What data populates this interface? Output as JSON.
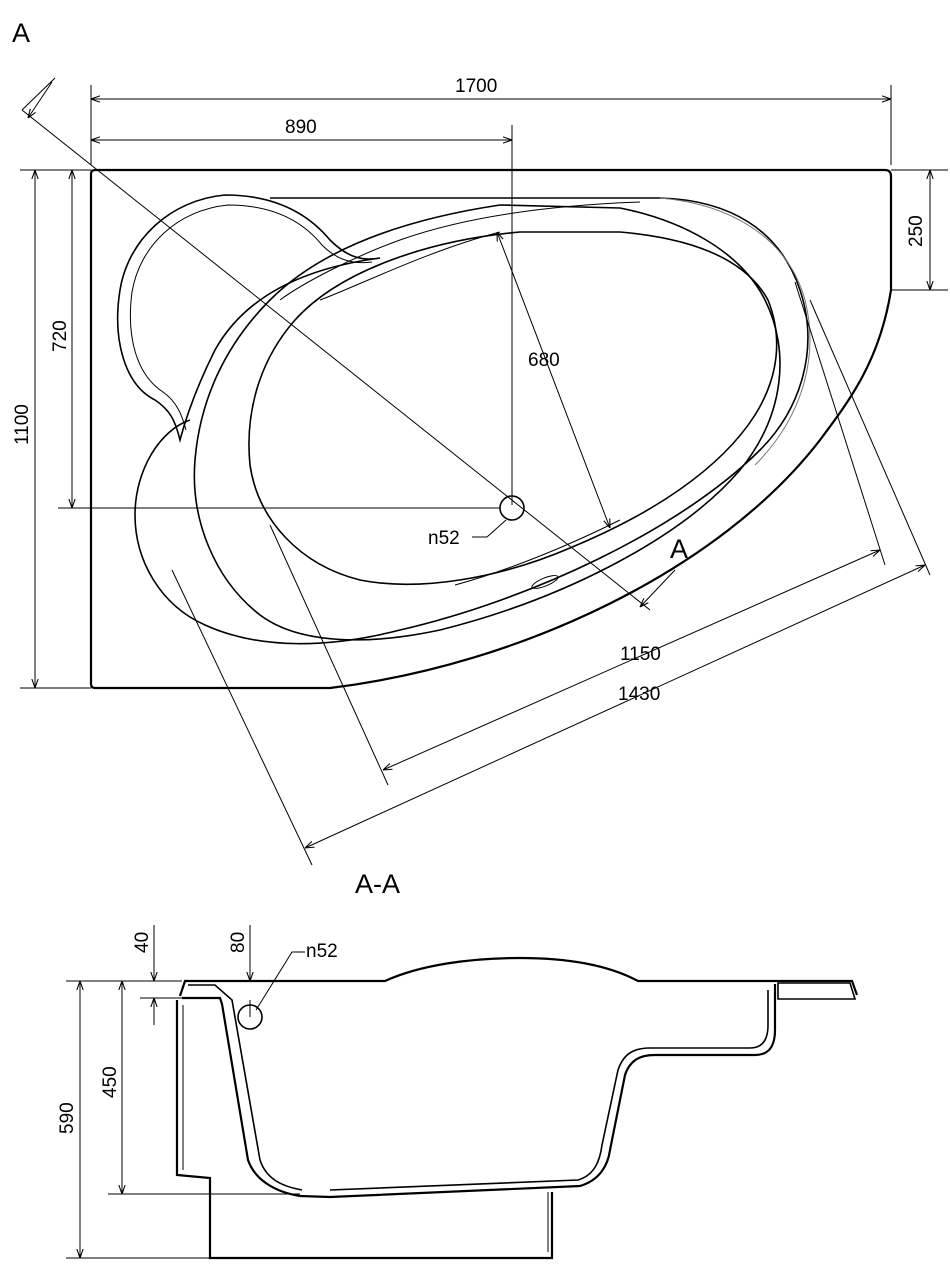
{
  "top_view": {
    "label": "A",
    "section_marker": "A",
    "dimensions": {
      "total_length": "1700",
      "drain_offset": "890",
      "corner_depth": "250",
      "total_width": "1100",
      "drain_depth": "720",
      "inner_depth": "680",
      "drain_diameter": "n52",
      "front_inner": "1150",
      "front_outer": "1430"
    }
  },
  "section_view": {
    "title": "A-A",
    "dimensions": {
      "rim_thickness": "40",
      "overflow_height": "80",
      "overflow_diameter": "n52",
      "inner_depth": "450",
      "total_height": "590"
    }
  }
}
